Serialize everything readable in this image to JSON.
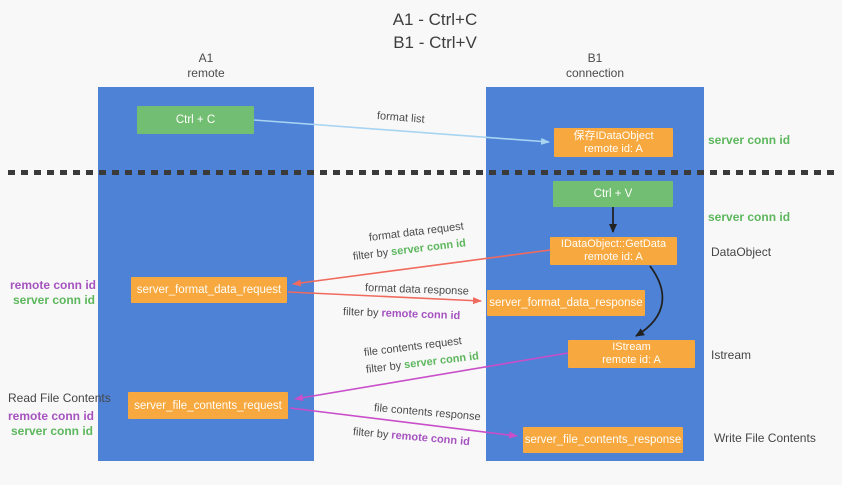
{
  "title": {
    "line1": "A1 - Ctrl+C",
    "line2": "B1 - Ctrl+V"
  },
  "lifelines": {
    "left": {
      "title": "A1",
      "subtitle": "remote"
    },
    "right": {
      "title": "B1",
      "subtitle": "connection"
    }
  },
  "nodes": {
    "ctrl_c": {
      "label": "Ctrl + C"
    },
    "ctrl_v": {
      "label": "Ctrl + V"
    },
    "save_idataobject": {
      "line1": "保存IDataObject",
      "line2": "remote id: A"
    },
    "idataobject_getdata": {
      "line1": "IDataObject::GetData",
      "line2": "remote id: A"
    },
    "istream": {
      "line1": "IStream",
      "line2": "remote id: A"
    },
    "server_format_data_request": {
      "label": "server_format_data_request"
    },
    "server_format_data_response": {
      "label": "server_format_data_response"
    },
    "server_file_contents_request": {
      "label": "server_file_contents_request"
    },
    "server_file_contents_response": {
      "label": "server_file_contents_response"
    }
  },
  "arrows": {
    "format_list": {
      "label": "format list"
    },
    "format_data_request": {
      "label": "format data request",
      "filter_prefix": "filter by",
      "filter_key": "server conn id"
    },
    "format_data_response": {
      "label": "format data response",
      "filter_prefix": "filter by",
      "filter_key": "remote conn id"
    },
    "file_contents_request": {
      "label": "file contents request",
      "filter_prefix": "filter by",
      "filter_key": "server conn id"
    },
    "file_contents_response": {
      "label": "file contents response",
      "filter_prefix": "filter by",
      "filter_key": "remote conn id"
    }
  },
  "side_labels": {
    "server_conn_id_top": "server conn id",
    "server_conn_id_mid": "server conn id",
    "dataobject": "DataObject",
    "istream": "Istream",
    "write_file_contents": "Write File Contents",
    "read_file_contents": "Read File Contents",
    "left_group1": {
      "remote": "remote conn id",
      "server": "server conn id"
    },
    "left_group2": {
      "remote": "remote conn id",
      "server": "server conn id"
    }
  },
  "colors": {
    "lifeline_blue": "#4d82d6",
    "node_green": "#72bf74",
    "node_orange": "#f7a83f",
    "server_conn_green": "#5db75d",
    "remote_conn_purple": "#a653c0",
    "arrow_red": "#f16a5e",
    "arrow_magenta": "#c94ec9",
    "arrow_lightblue": "#a8d4f2",
    "arrow_black": "#222222"
  }
}
